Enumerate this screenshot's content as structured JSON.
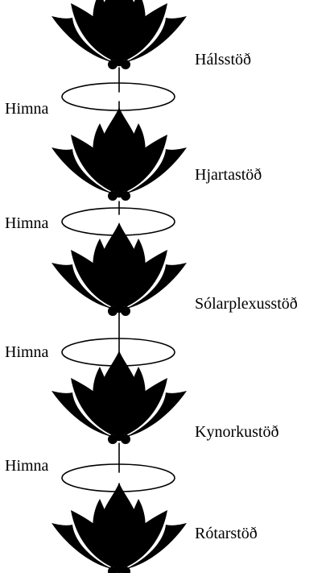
{
  "chakras": [
    {
      "label": "Hálsstöð"
    },
    {
      "label": "Hjartastöð"
    },
    {
      "label": "Sólarplexusstöð"
    },
    {
      "label": "Kynorkustöð"
    },
    {
      "label": "Rótarstöð"
    }
  ],
  "membranes": [
    {
      "label": "Himna"
    },
    {
      "label": "Himna"
    },
    {
      "label": "Himna"
    },
    {
      "label": "Himna"
    }
  ],
  "colors": {
    "line": "#000000",
    "background": "#ffffff"
  }
}
